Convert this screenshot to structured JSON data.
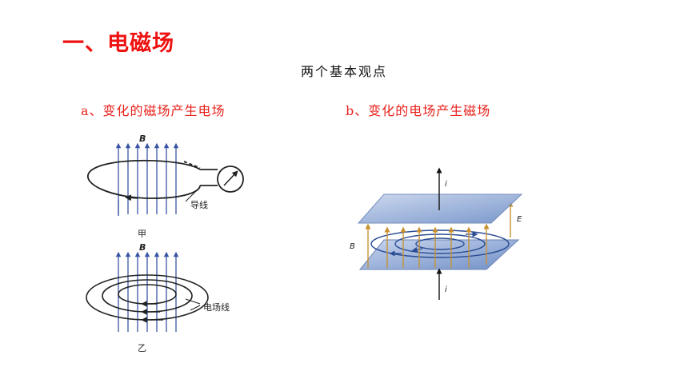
{
  "heading": "一、电磁场",
  "subheading": "两个基本观点",
  "points": {
    "a": "a、变化的磁场产生电场",
    "b": "b、变化的电场产生磁场"
  },
  "figure_left": {
    "top": {
      "field_label": "B",
      "wire_label": "导线",
      "caption": "甲"
    },
    "bottom": {
      "field_label": "B",
      "lines_label": "电场线",
      "caption": "乙"
    }
  },
  "figure_right": {
    "current_top": "i",
    "current_bottom": "i",
    "field_e": "E",
    "field_b": "B"
  },
  "colors": {
    "heading": "#ee1111",
    "points": "#e8221c",
    "field_arrow": "#3a55a4",
    "plate": "#a9bfe3",
    "e_arrow": "#d4a24c"
  }
}
